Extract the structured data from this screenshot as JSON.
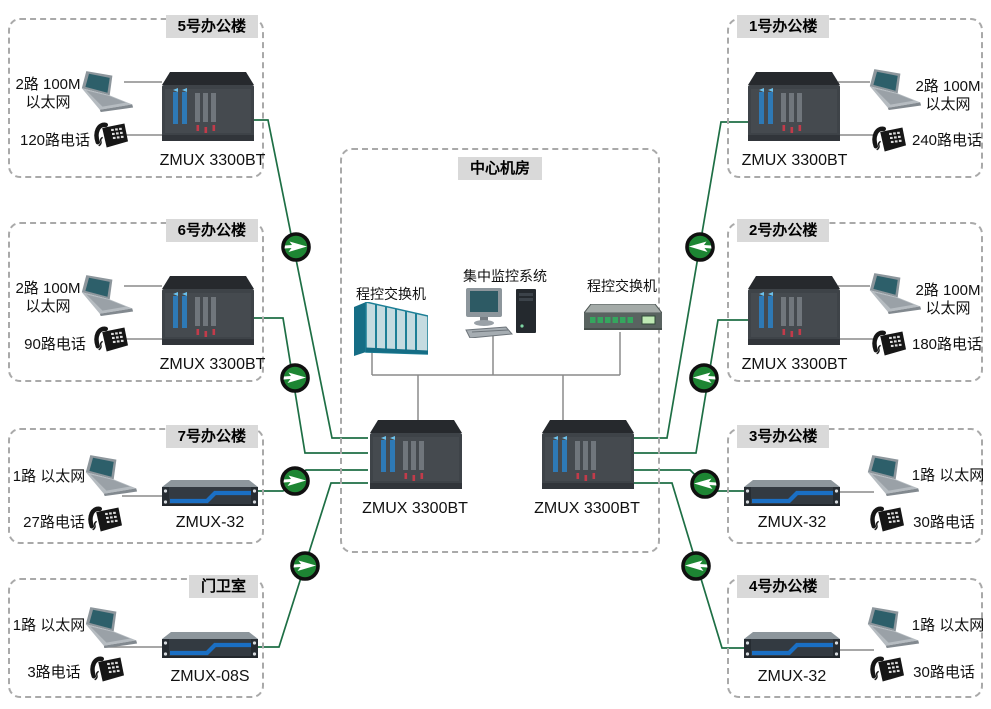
{
  "center_room": {
    "title": "中心机房",
    "pbx_left_label": "程控交换机",
    "monitoring_label": "集中监控系统",
    "pbx_right_label": "程控交换机",
    "mux_left_label": "ZMUX 3300BT",
    "mux_right_label": "ZMUX 3300BT"
  },
  "sites": [
    {
      "title": "5号办公楼",
      "ethernet": "2路 100M\n以太网",
      "telephone": "120路电话",
      "device": "ZMUX 3300BT"
    },
    {
      "title": "6号办公楼",
      "ethernet": "2路 100M\n以太网",
      "telephone": "90路电话",
      "device": "ZMUX 3300BT"
    },
    {
      "title": "7号办公楼",
      "ethernet": "1路 以太网",
      "telephone": "27路电话",
      "device": "ZMUX-32"
    },
    {
      "title": "门卫室",
      "ethernet": "1路 以太网",
      "telephone": "3路电话",
      "device": "ZMUX-08S"
    },
    {
      "title": "1号办公楼",
      "ethernet": "2路 100M\n以太网",
      "telephone": "240路电话",
      "device": "ZMUX 3300BT"
    },
    {
      "title": "2号办公楼",
      "ethernet": "2路 100M\n以太网",
      "telephone": "180路电话",
      "device": "ZMUX 3300BT"
    },
    {
      "title": "3号办公楼",
      "ethernet": "1路 以太网",
      "telephone": "30路电话",
      "device": "ZMUX-32"
    },
    {
      "title": "4号办公楼",
      "ethernet": "1路 以太网",
      "telephone": "30路电话",
      "device": "ZMUX-32"
    }
  ],
  "colors": {
    "fiber_line": "#1e6f45",
    "fiber_icon_fill": "#1d8533",
    "copper_line": "#8a8a8a",
    "title_tab_bg": "#d9d9d9",
    "box_border": "#a9a9a9",
    "mux_blue_stripe": "#1a6fc4"
  }
}
